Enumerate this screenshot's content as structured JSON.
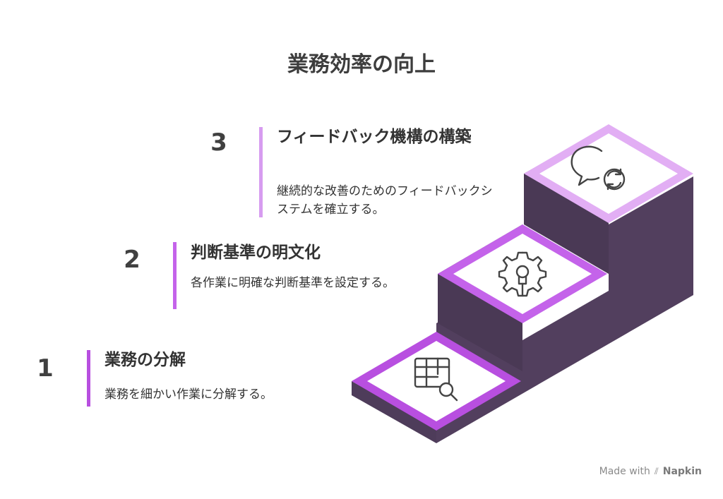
{
  "title": "業務効率の向上",
  "steps": [
    {
      "number": "1",
      "title": "業務の分解",
      "description": "業務を細かい作業に分解する。",
      "icon": "table-search-icon",
      "accent": "#b84fe0"
    },
    {
      "number": "2",
      "title": "判断基準の明文化",
      "description": "各作業に明確な判断基準を設定する。",
      "icon": "gear-lightbulb-icon",
      "accent": "#c463ea"
    },
    {
      "number": "3",
      "title": "フィードバック機構の構築",
      "description": "継続的な改善のためのフィードバックシステムを確立する。",
      "icon": "chat-refresh-icon",
      "accent": "#d79cf0"
    }
  ],
  "colors": {
    "stair_side": "#4a3a56",
    "stair_front": "#53405f"
  },
  "footer": {
    "made_with": "Made with",
    "brand": "Napkin"
  }
}
